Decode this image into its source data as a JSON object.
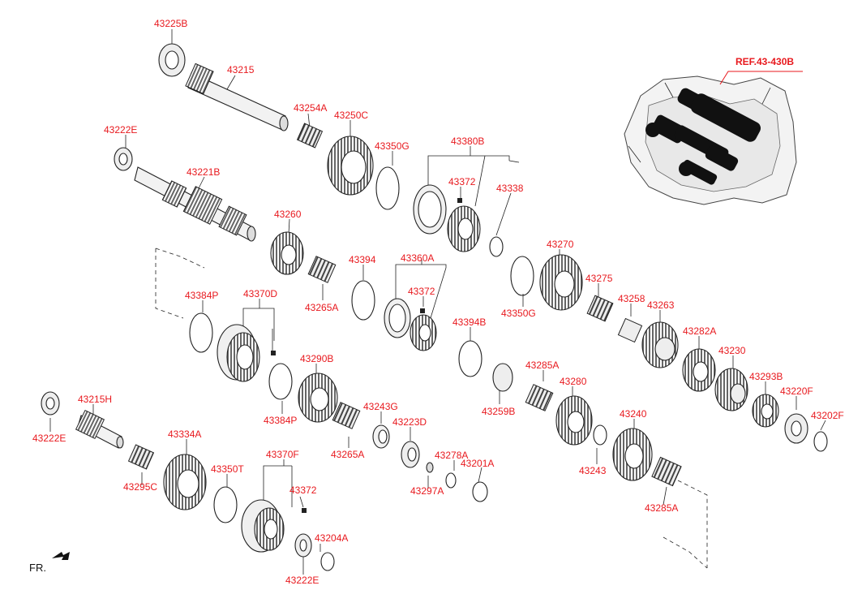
{
  "diagram": {
    "ref_label": "REF.43-430B",
    "fr_label": "FR.",
    "parts": [
      "43225B",
      "43215",
      "43254A",
      "43250C",
      "43222E",
      "43350G",
      "43380B",
      "43221B",
      "43372",
      "43338",
      "43260",
      "43394",
      "43360A",
      "43270",
      "43265A",
      "43384P",
      "43370D",
      "43372",
      "43275",
      "43350G",
      "43258",
      "43263",
      "43394B",
      "43282A",
      "43290B",
      "43230",
      "43285A",
      "43293B",
      "43280",
      "43220F",
      "43222E",
      "43215H",
      "43243G",
      "43259B",
      "43202F",
      "43384P",
      "43223D",
      "43240",
      "43334A",
      "43265A",
      "43243",
      "43350T",
      "43370F",
      "43278A",
      "43201A",
      "43295C",
      "43297A",
      "43372",
      "43285A",
      "43204A",
      "43222E"
    ]
  }
}
